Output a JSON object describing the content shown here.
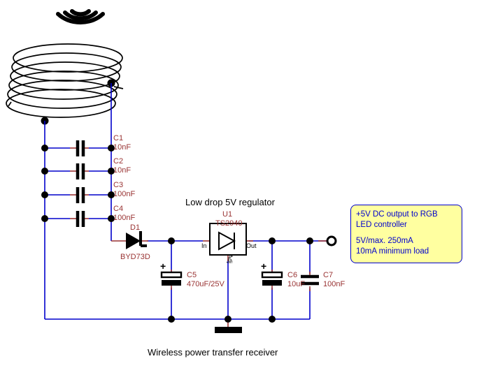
{
  "diagram": {
    "caption": "Wireless power transfer receiver",
    "regulator_title": "Low drop 5V regulator",
    "colors": {
      "wire": "#0000cc",
      "component": "#000000",
      "pin_lead": "#993333",
      "label": "#993333",
      "note_fill": "#ffffa0",
      "note_border": "#0000cc",
      "note_text": "#0000cc",
      "title_text": "#000000"
    }
  },
  "components": {
    "c1": {
      "ref": "C1",
      "value": "10nF"
    },
    "c2": {
      "ref": "C2",
      "value": "10nF"
    },
    "c3": {
      "ref": "C3",
      "value": "100nF"
    },
    "c4": {
      "ref": "C4",
      "value": "100nF"
    },
    "c5": {
      "ref": "C5",
      "value": "470uF/25V",
      "polarity": "+"
    },
    "c6": {
      "ref": "C6",
      "value": "10uF",
      "polarity": "+"
    },
    "c7": {
      "ref": "C7",
      "value": "100nF"
    },
    "d1": {
      "ref": "D1",
      "value": "BYD73D"
    },
    "u1": {
      "ref": "U1",
      "value": "TS2940"
    }
  },
  "regulator_pins": {
    "in": "In",
    "out": "Out",
    "adj": "Adj"
  },
  "note": {
    "line1": "+5V DC output to RGB",
    "line2": "LED controller",
    "line3": "5V/max. 250mA",
    "line4": "10mA minimum load"
  },
  "icons": {
    "antenna": "wireless-waves-icon",
    "coil": "receiver-coil-icon",
    "ground": "ground-symbol-icon",
    "terminal": "output-terminal-icon"
  }
}
